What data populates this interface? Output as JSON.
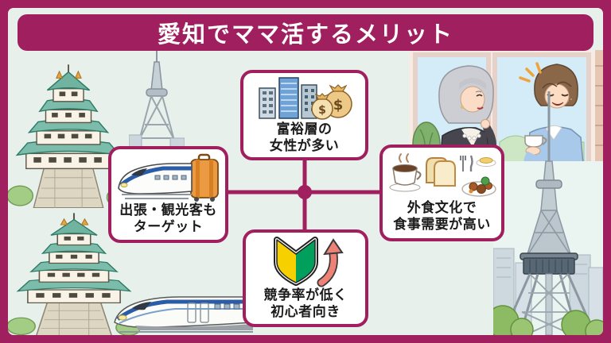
{
  "frame": {
    "border_color": "#a0205f",
    "background_color": "#e7f0eb"
  },
  "title": {
    "text": "愛知でママ活するメリット",
    "bg_color": "#a0205f",
    "text_color": "#ffffff"
  },
  "benefits": [
    {
      "position": "top",
      "icon": "city-buildings-and-money-bags-icon",
      "lines": [
        "富裕層の",
        "女性が多い"
      ]
    },
    {
      "position": "left",
      "icon": "shinkansen-and-suitcase-icon",
      "lines": [
        "出張・観光客も",
        "ターゲット"
      ]
    },
    {
      "position": "right",
      "icon": "coffee-toast-and-meal-icon",
      "lines": [
        "外食文化で",
        "食事需要が高い"
      ]
    },
    {
      "position": "bottom",
      "icon": "beginner-mark-and-rising-arrow-icon",
      "lines": [
        "競争率が低く",
        "初心者向き"
      ]
    }
  ],
  "connector": {
    "color": "#a0205f",
    "style": "cross-with-center-node"
  },
  "background_illustrations": [
    {
      "name": "nagoya-castle-top-left",
      "description": "castle with teal roofs and stone base"
    },
    {
      "name": "tv-tower-small-left",
      "description": "lattice tv tower behind left box"
    },
    {
      "name": "nagoya-castle-bottom-left",
      "description": "second castle illustration"
    },
    {
      "name": "shinkansen-train-bottom-left",
      "description": "white bullet train with blue stripe"
    },
    {
      "name": "cafe-scene-top-right",
      "description": "older gray-haired woman and young man drinking coffee at cafe"
    },
    {
      "name": "nagoya-tv-tower-bottom-right",
      "description": "tv tower with city skyline and trees"
    }
  ],
  "icon_colors": {
    "money_bag": "#f1d396",
    "building_blue": "#6fa3d8",
    "suitcase_orange": "#ec9a41",
    "beginner_mark_yellow": "#f7d000",
    "beginner_mark_green": "#00a05c",
    "arrow_coral": "#ee8277"
  }
}
